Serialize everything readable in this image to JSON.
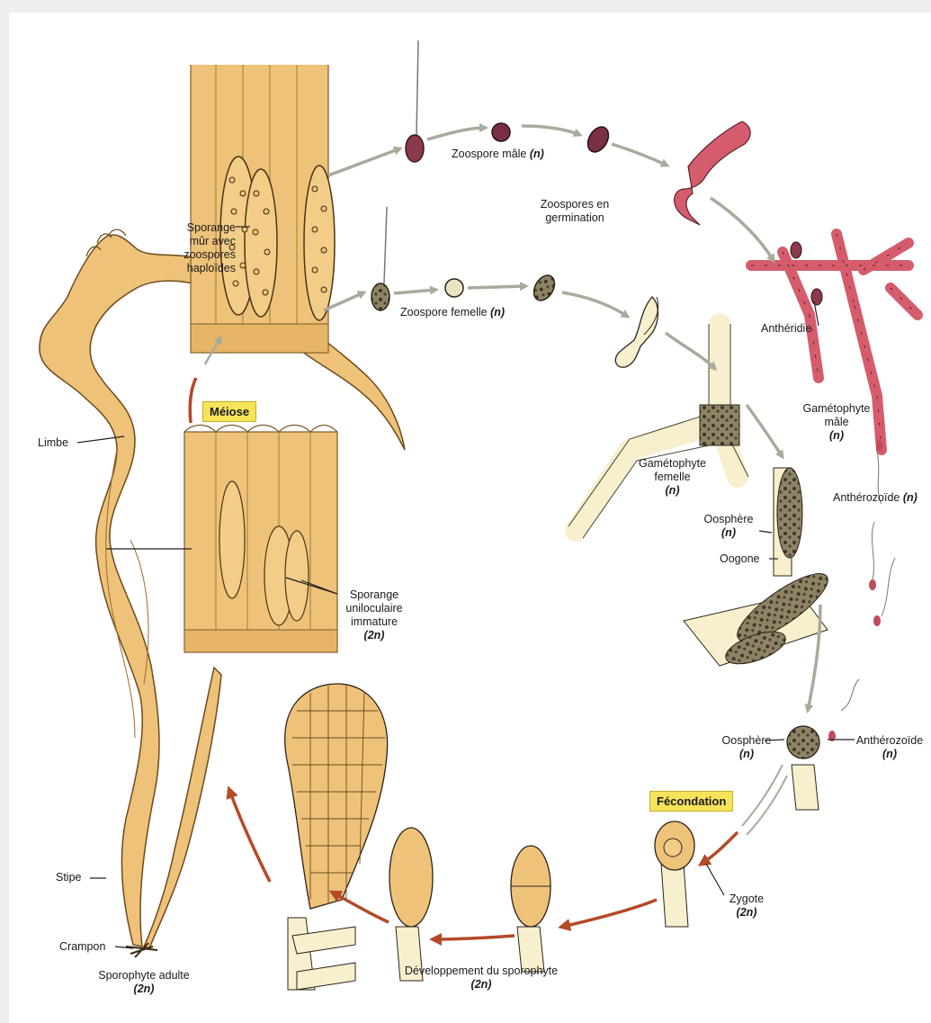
{
  "title": "",
  "colors": {
    "tissue": "#efc27a",
    "tissue_dark": "#c8893a",
    "gametophyte_male": "#d55c6c",
    "gametophyte_female": "#f7efce",
    "arrow_grey": "#a8ab9c",
    "arrow_red": "#b34a28",
    "badge": "#f6e35a"
  },
  "badges": {
    "meiose": "Méiose",
    "fecondation": "Fécondation"
  },
  "labels": {
    "sporange_mur": [
      "Sporange",
      "mûr avec",
      "zoospores",
      "haploïdes"
    ],
    "zoospore_male": "Zoospore mâle",
    "zoospore_male_n": "(n)",
    "zoospores_germination": [
      "Zoospores en",
      "germination"
    ],
    "zoospore_femelle": "Zoospore femelle",
    "zoospore_femelle_n": "(n)",
    "antheridie": "Anthéridie",
    "gametophyte_male": [
      "Gamétophyte",
      "mâle"
    ],
    "gametophyte_male_n": "(n)",
    "limbe": "Limbe",
    "gametophyte_femelle": [
      "Gamétophyte",
      "femelle"
    ],
    "gametophyte_femelle_n": "(n)",
    "antherozoide_top": "Anthérozoïde",
    "antherozoide_top_n": "(n)",
    "oosphere_top": "Oosphère",
    "oosphere_top_n": "(n)",
    "oogone": "Oogone",
    "sporange_unilo": [
      "Sporange",
      "uniloculaire",
      "immature"
    ],
    "sporange_unilo_n": "(2n)",
    "oosphere_bottom": "Oosphère",
    "oosphere_bottom_n": "(n)",
    "antherozoide_bottom": "Anthérozoïde",
    "antherozoide_bottom_n": "(n)",
    "zygote": "Zygote",
    "zygote_n": "(2n)",
    "stipe": "Stipe",
    "crampon": "Crampon",
    "sporophyte_adulte": "Sporophyte adulte",
    "sporophyte_adulte_n": "(2n)",
    "developpement": "Développement du sporophyte",
    "developpement_n": "(2n)"
  }
}
